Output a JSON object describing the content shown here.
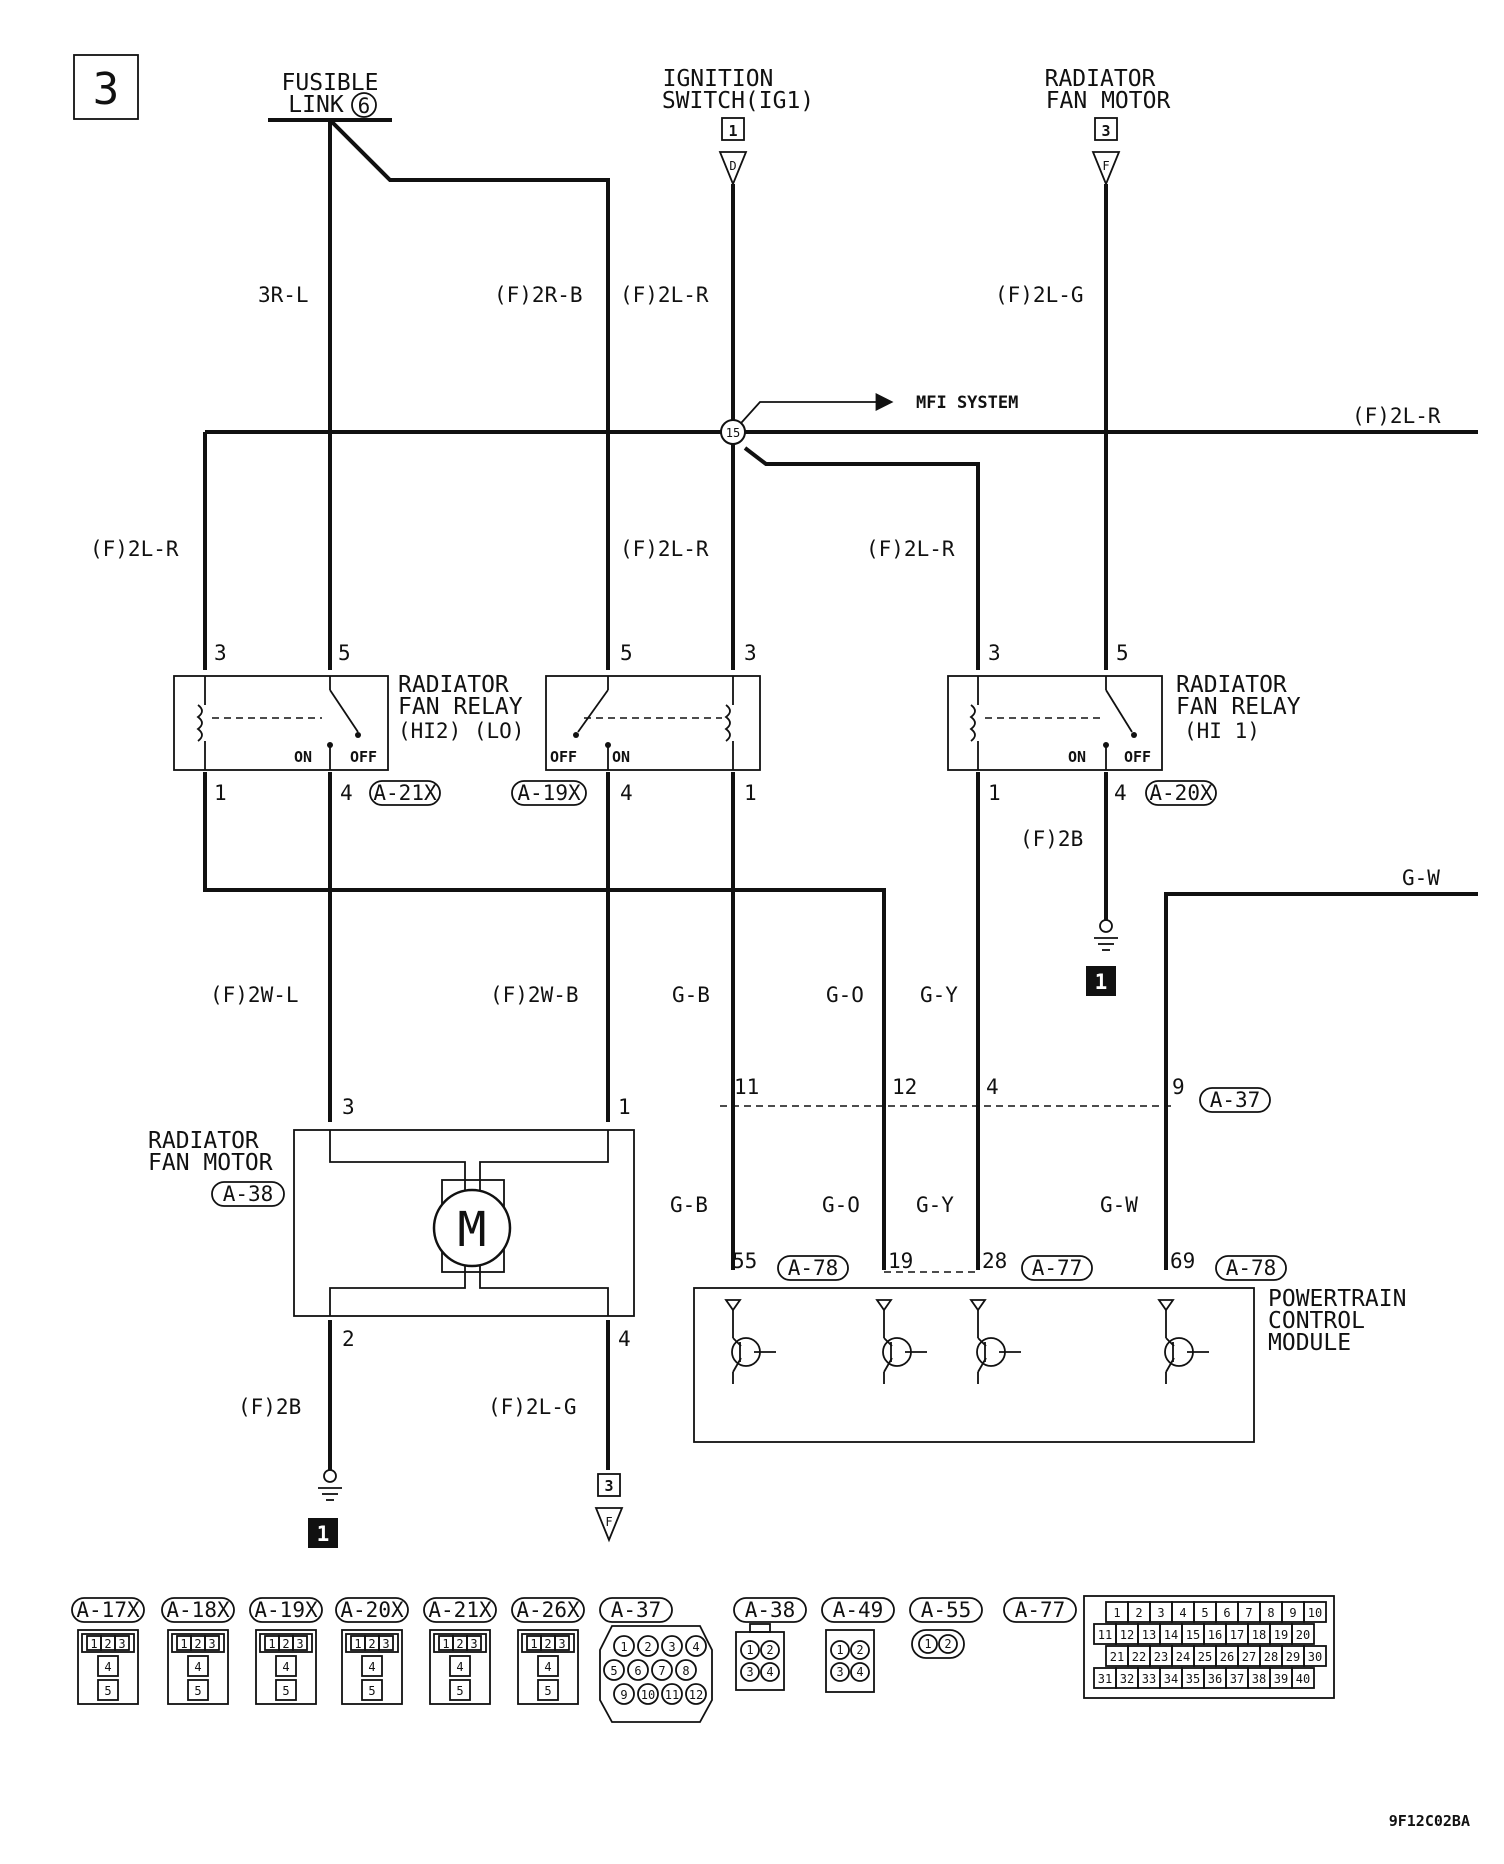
{
  "page": {
    "number": "3",
    "code": "9F12C02BA"
  },
  "top": {
    "fusible_link": {
      "line1": "FUSIBLE",
      "line2": "LINK",
      "num": "6"
    },
    "ignition": {
      "line1": "IGNITION",
      "line2": "SWITCH(IG1)",
      "box": "1",
      "conn": "D"
    },
    "fan_motor_ref": {
      "line1": "RADIATOR",
      "line2": "FAN MOTOR",
      "box": "3",
      "conn": "F"
    }
  },
  "wires": {
    "w1": "3R-L",
    "w2": "(F)2R-B",
    "w3": "(F)2L-R",
    "w4": "(F)2L-G",
    "mfi": "MFI SYSTEM",
    "right_bus": "(F)2L-R",
    "junction": "15",
    "relay1_in": "(F)2L-R",
    "relay2_in": "(F)2L-R",
    "relay3_in": "(F)2L-R",
    "gw_top": "G-W",
    "motor3": "(F)2W-L",
    "motor1": "(F)2W-B",
    "gb": "G-B",
    "go": "G-O",
    "gy": "G-Y",
    "gb2": "G-B",
    "go2": "G-O",
    "gy2": "G-Y",
    "gw2": "G-W",
    "ground_relay": "(F)2B",
    "ground_motor": "(F)2B",
    "motor4": "(F)2L-G"
  },
  "relay_lo": {
    "line1": "RADIATOR",
    "line2": "FAN RELAY",
    "line3": "(HI2) (LO)",
    "pin3": "3",
    "pin5": "5",
    "pin1": "1",
    "pin4": "4",
    "on": "ON",
    "off": "OFF",
    "conn": "A-21X"
  },
  "relay_hi2": {
    "pin5": "5",
    "pin3": "3",
    "pin1": "1",
    "pin4": "4",
    "on": "ON",
    "off": "OFF",
    "conn": "A-19X"
  },
  "relay_hi1": {
    "line1": "RADIATOR",
    "line2": "FAN RELAY",
    "line3": "(HI 1)",
    "pin3": "3",
    "pin5": "5",
    "pin1": "1",
    "pin4": "4",
    "on": "ON",
    "off": "OFF",
    "conn": "A-20X"
  },
  "ground1": "1",
  "ground2": "1",
  "bottom_ref": {
    "box": "3",
    "conn": "F"
  },
  "motor": {
    "line1": "RADIATOR",
    "line2": "FAN MOTOR",
    "conn": "A-38",
    "pin3": "3",
    "pin1": "1",
    "pin2": "2",
    "pin4": "4",
    "symbol": "M"
  },
  "a37": {
    "conn": "A-37",
    "p11": "11",
    "p12": "12",
    "p4": "4",
    "p9": "9"
  },
  "pcm": {
    "line1": "POWERTRAIN",
    "line2": "CONTROL",
    "line3": "MODULE",
    "p55": "55",
    "p19": "19",
    "p28": "28",
    "p69": "69",
    "c78a": "A-78",
    "c77": "A-77",
    "c78b": "A-78"
  },
  "connectors": {
    "labels": [
      "A-17X",
      "A-18X",
      "A-19X",
      "A-20X",
      "A-21X",
      "A-26X",
      "A-37",
      "A-38",
      "A-49",
      "A-55",
      "A-77"
    ],
    "relay_pins": [
      "1",
      "2",
      "3",
      "4",
      "5"
    ],
    "a37_pins": [
      "1",
      "2",
      "3",
      "4",
      "5",
      "6",
      "7",
      "8",
      "9",
      "10",
      "11",
      "12"
    ],
    "a38_pins": [
      "1",
      "2",
      "3",
      "4"
    ],
    "a49_pins": [
      "1",
      "2",
      "3",
      "4"
    ],
    "a55_pins": [
      "1",
      "2"
    ],
    "a77_row1": [
      "1",
      "2",
      "3",
      "4",
      "5",
      "6",
      "7",
      "8",
      "9",
      "10"
    ],
    "a77_row2": [
      "11",
      "12",
      "13",
      "14",
      "15",
      "16",
      "17",
      "18",
      "19",
      "20"
    ],
    "a77_row3": [
      "21",
      "22",
      "23",
      "24",
      "25",
      "26",
      "27",
      "28",
      "29",
      "30"
    ],
    "a77_row4": [
      "31",
      "32",
      "33",
      "34",
      "35",
      "36",
      "37",
      "38",
      "39",
      "40"
    ]
  }
}
